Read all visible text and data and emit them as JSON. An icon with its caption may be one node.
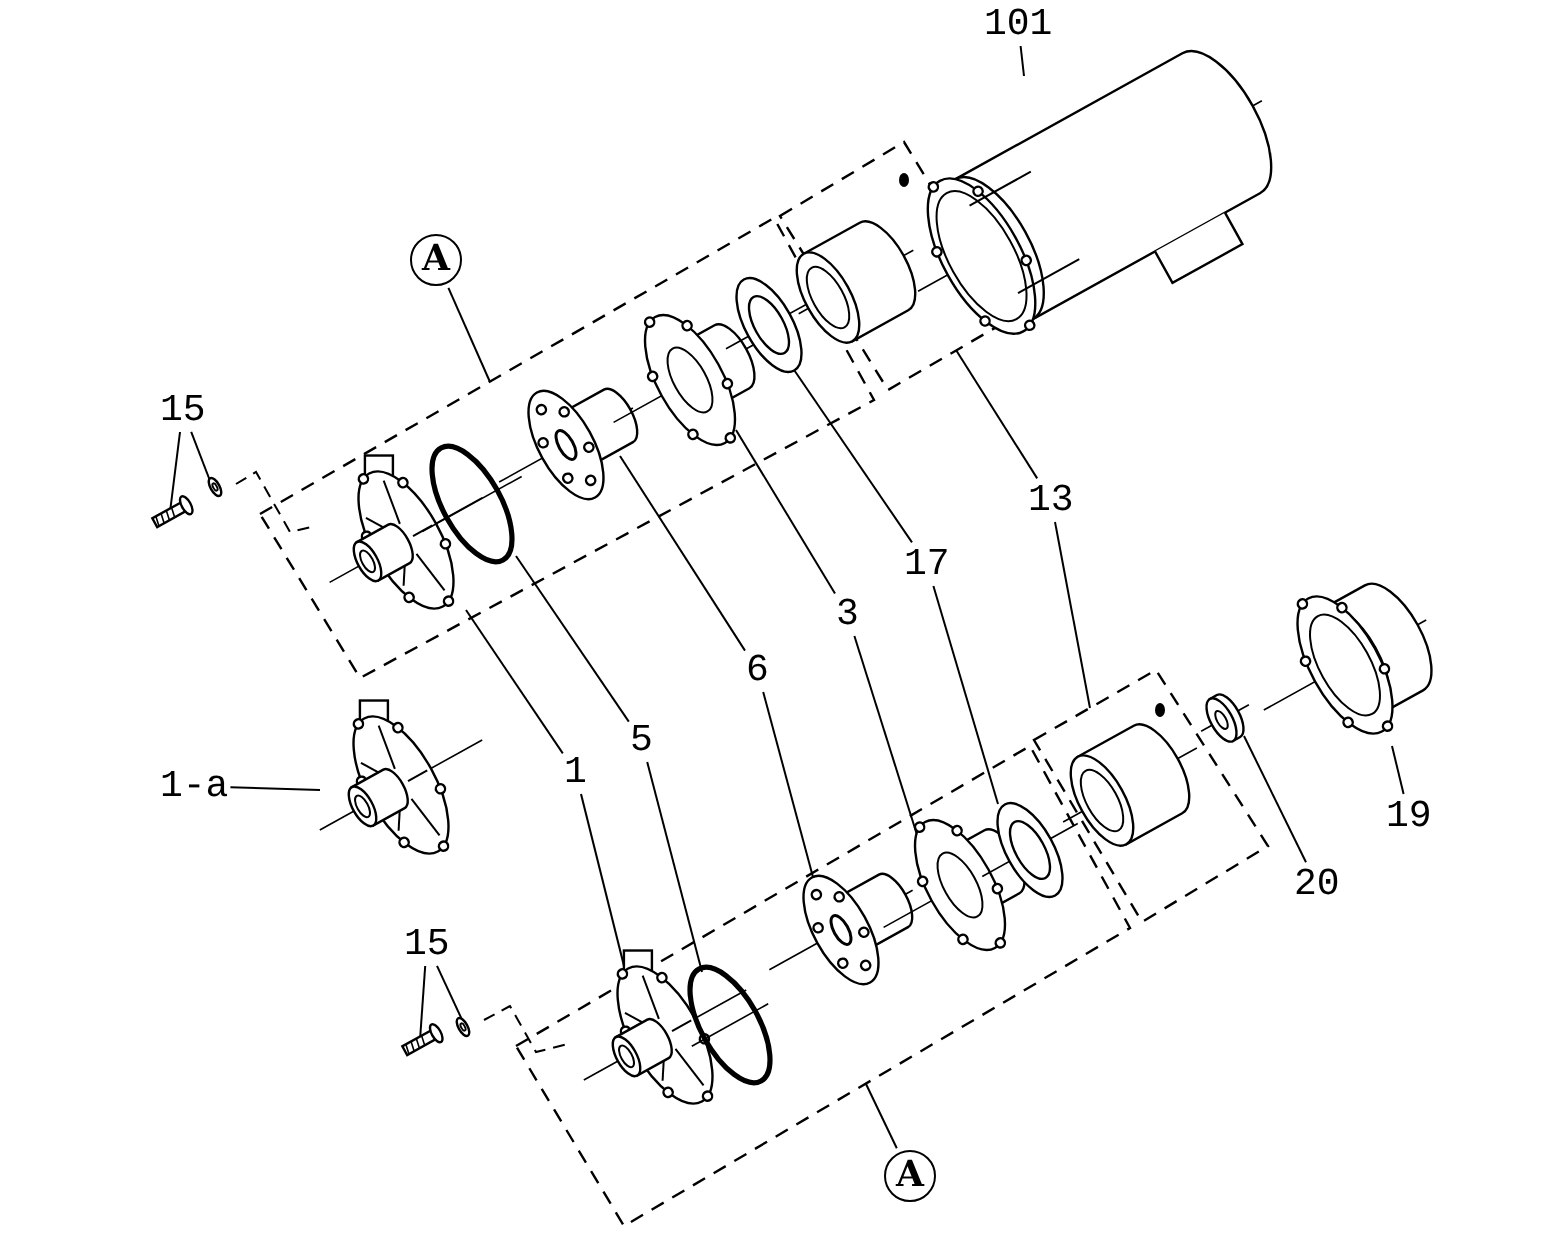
{
  "diagram": {
    "nodes": [
      {
        "text": [
          "101"
        ]
      },
      {
        "text": [],
        "shape": "picture"
      },
      {
        "text": [
          "A"
        ]
      },
      {
        "text": [],
        "shape": "box"
      },
      {
        "text": [],
        "shape": "box"
      },
      {
        "text": [
          "15"
        ]
      },
      {
        "text": [],
        "shape": "picture"
      },
      {
        "text": [],
        "shape": "picture"
      },
      {
        "text": [],
        "shape": "picture",
        "in": 3
      },
      {
        "text": [],
        "shape": "picture",
        "in": 3
      },
      {
        "text": [],
        "shape": "picture",
        "in": 3
      },
      {
        "text": [],
        "shape": "picture",
        "in": 3
      },
      {
        "text": [],
        "shape": "picture",
        "in": 3
      },
      {
        "text": [],
        "shape": "picture",
        "in": 4
      },
      {
        "text": [
          "13"
        ]
      },
      {
        "text": [
          "17"
        ]
      },
      {
        "text": [
          "3"
        ]
      },
      {
        "text": [
          "6"
        ]
      },
      {
        "text": [
          "5"
        ]
      },
      {
        "text": [
          "1"
        ]
      },
      {
        "text": [
          "1-a"
        ]
      },
      {
        "text": [],
        "shape": "picture"
      },
      {
        "text": [
          "19"
        ]
      },
      {
        "text": [],
        "shape": "picture"
      },
      {
        "text": [
          "20"
        ]
      },
      {
        "text": [],
        "shape": "picture"
      },
      {
        "text": [
          "15"
        ]
      },
      {
        "text": [],
        "shape": "picture"
      },
      {
        "text": [],
        "shape": "picture"
      },
      {
        "text": [],
        "shape": "box"
      },
      {
        "text": [],
        "shape": "box"
      },
      {
        "text": [],
        "shape": "picture",
        "in": 29
      },
      {
        "text": [],
        "shape": "picture",
        "in": 29
      },
      {
        "text": [],
        "shape": "picture",
        "in": 29
      },
      {
        "text": [],
        "shape": "picture",
        "in": 29
      },
      {
        "text": [],
        "shape": "picture",
        "in": 29
      },
      {
        "text": [],
        "shape": "picture",
        "in": 30
      },
      {
        "text": [
          "A"
        ]
      }
    ],
    "edges": [
      {
        "from": 0,
        "to": 1,
        "arrow": "none"
      },
      {
        "from": 2,
        "to": 3,
        "arrow": "none"
      },
      {
        "from": 5,
        "to": 6,
        "arrow": "none"
      },
      {
        "from": 5,
        "to": 7,
        "arrow": "none"
      },
      {
        "from": 14,
        "to": 4,
        "arrow": "none"
      },
      {
        "from": 14,
        "to": 30,
        "arrow": "none"
      },
      {
        "from": 15,
        "to": 12,
        "arrow": "none"
      },
      {
        "from": 15,
        "to": 35,
        "arrow": "none"
      },
      {
        "from": 16,
        "to": 11,
        "arrow": "none"
      },
      {
        "from": 16,
        "to": 34,
        "arrow": "none"
      },
      {
        "from": 17,
        "to": 10,
        "arrow": "none"
      },
      {
        "from": 17,
        "to": 33,
        "arrow": "none"
      },
      {
        "from": 18,
        "to": 9,
        "arrow": "none"
      },
      {
        "from": 18,
        "to": 32,
        "arrow": "none"
      },
      {
        "from": 19,
        "to": 8,
        "arrow": "none"
      },
      {
        "from": 19,
        "to": 31,
        "arrow": "none"
      },
      {
        "from": 20,
        "to": 21,
        "arrow": "none"
      },
      {
        "from": 22,
        "to": 23,
        "arrow": "none"
      },
      {
        "from": 24,
        "to": 25,
        "arrow": "none"
      },
      {
        "from": 26,
        "to": 27,
        "arrow": "none"
      },
      {
        "from": 26,
        "to": 28,
        "arrow": "none"
      },
      {
        "from": 37,
        "to": 29,
        "arrow": "none"
      }
    ]
  }
}
